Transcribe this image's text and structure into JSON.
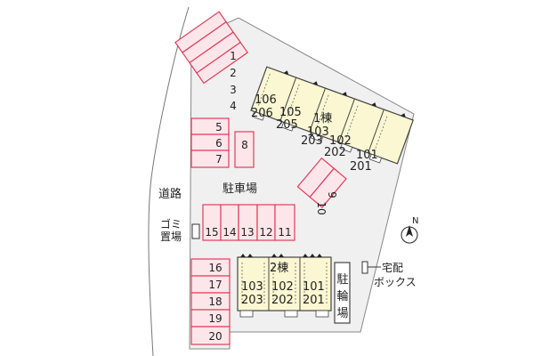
{
  "labels": {
    "road": "道路",
    "parking": "駐車場",
    "garbage_line1": "ゴミ",
    "garbage_line2": "置場",
    "delivery_line1": "宅配",
    "delivery_line2": "ボックス",
    "bike_c1": "駐",
    "bike_c2": "輪",
    "bike_c3": "場",
    "north": "N"
  },
  "parking_spaces": [
    "1",
    "2",
    "3",
    "4",
    "5",
    "6",
    "7",
    "8",
    "9",
    "10",
    "11",
    "12",
    "13",
    "14",
    "15",
    "16",
    "17",
    "18",
    "19",
    "20"
  ],
  "building1": {
    "name": "1棟",
    "units": [
      {
        "top": "106",
        "bottom": "206"
      },
      {
        "top": "105",
        "bottom": "205"
      },
      {
        "top": "103",
        "bottom": "203"
      },
      {
        "top": "102",
        "bottom": "202"
      },
      {
        "top": "101",
        "bottom": "201"
      }
    ]
  },
  "building2": {
    "name": "2棟",
    "units": [
      {
        "top": "103",
        "bottom": "203"
      },
      {
        "top": "102",
        "bottom": "202"
      },
      {
        "top": "101",
        "bottom": "201"
      }
    ]
  },
  "colors": {
    "lot": "#f0f0f0",
    "lot_stroke": "#888888",
    "parking_fill": "#fde6ea",
    "parking_stroke": "#e03c5a",
    "building_fill": "#fbf7d2",
    "building_stroke": "#444444",
    "text": "#222222"
  }
}
